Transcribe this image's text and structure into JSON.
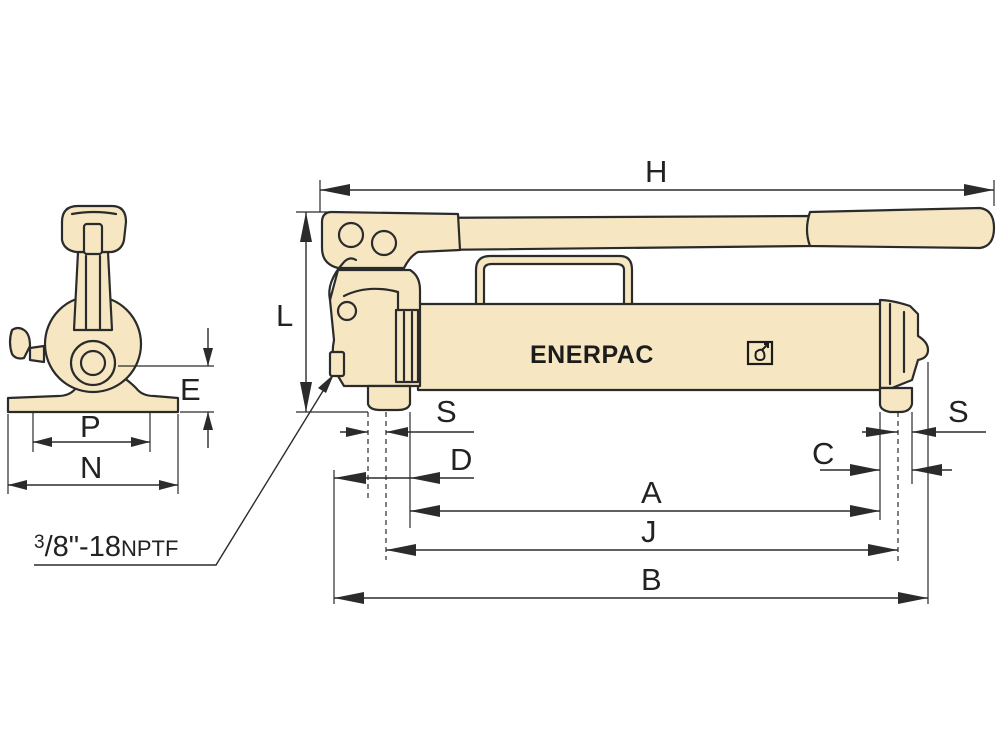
{
  "brand": "ENERPAC",
  "port_label": {
    "numerator": "3",
    "rest": "/8\"-18",
    "thread": "NPTF"
  },
  "dimension_labels": {
    "H": "H",
    "L": "L",
    "E": "E",
    "P": "P",
    "N": "N",
    "S_left": "S",
    "S_right": "S",
    "D": "D",
    "C": "C",
    "A": "A",
    "J": "J",
    "B": "B"
  },
  "colors": {
    "body": "#f6e7c2",
    "outline": "#2b2b2b",
    "background": "#ffffff"
  }
}
